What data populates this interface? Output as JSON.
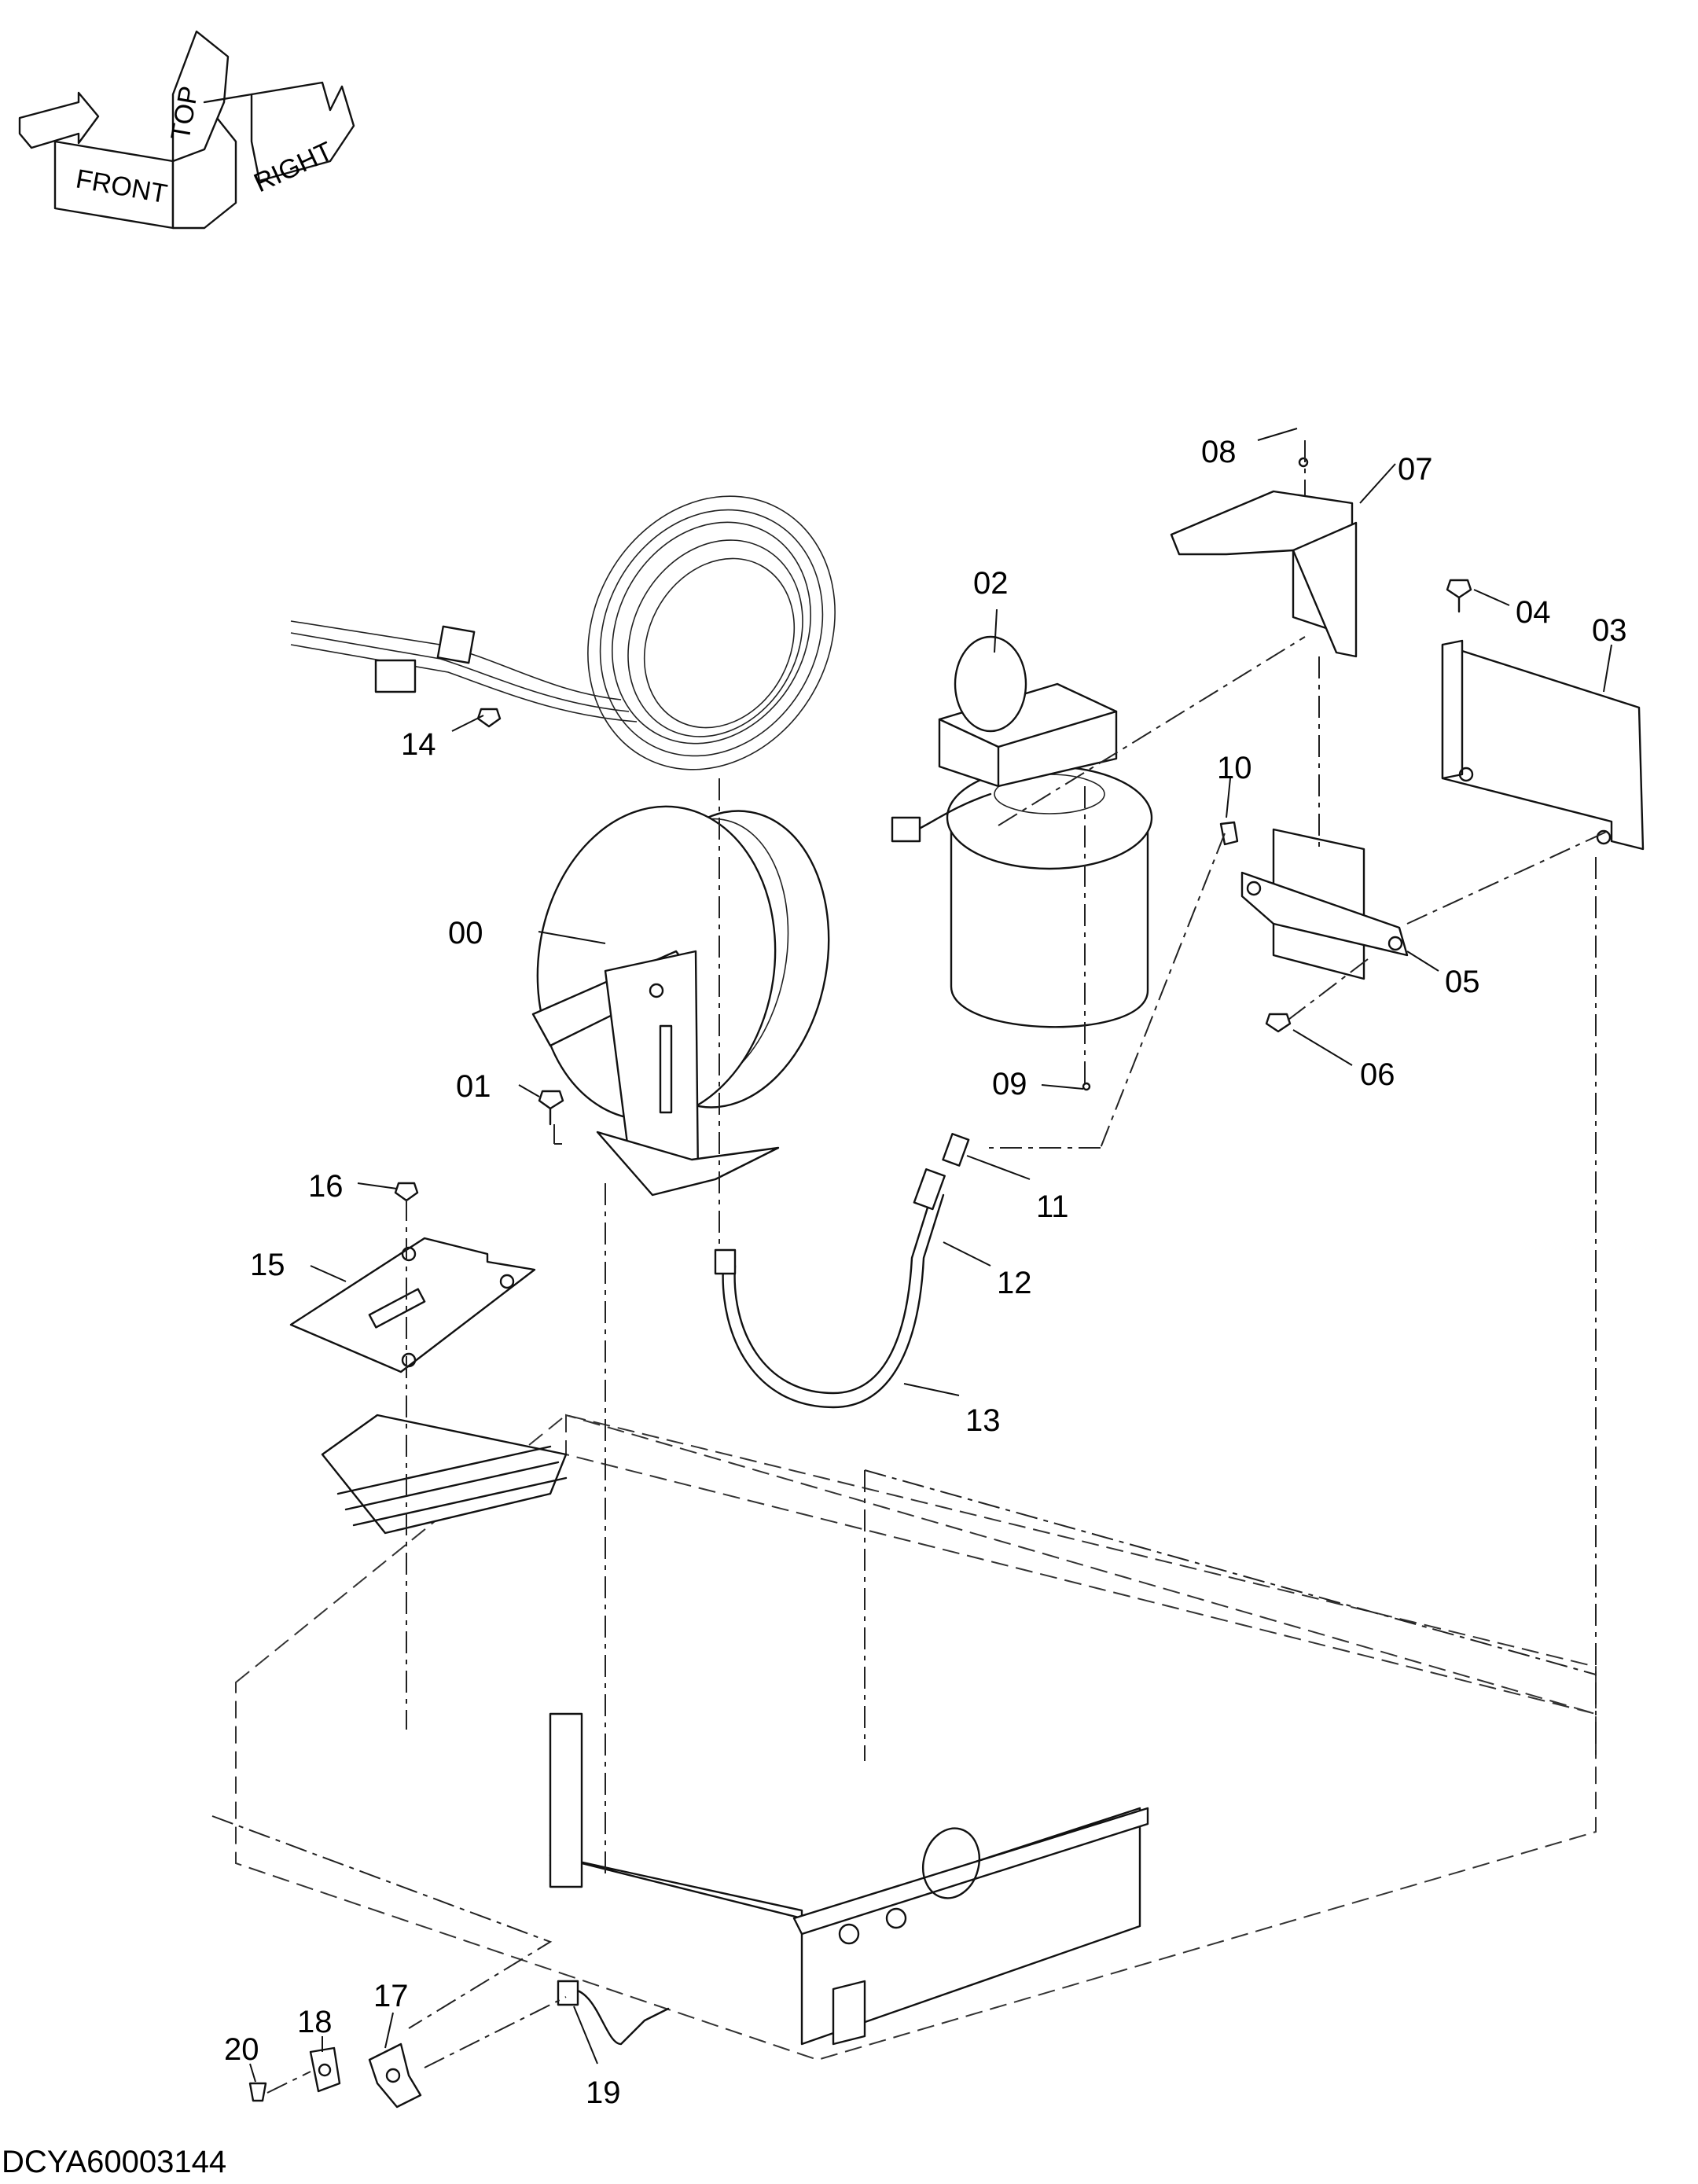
{
  "orientation": {
    "front_label": "FRONT",
    "top_label": "TOP",
    "right_label": "RIGHT"
  },
  "callouts": [
    "00",
    "01",
    "02",
    "03",
    "04",
    "05",
    "06",
    "07",
    "08",
    "09",
    "10",
    "11",
    "12",
    "13",
    "14",
    "15",
    "16",
    "17",
    "18",
    "19",
    "20"
  ],
  "drawing_code": "DCYA60003144"
}
